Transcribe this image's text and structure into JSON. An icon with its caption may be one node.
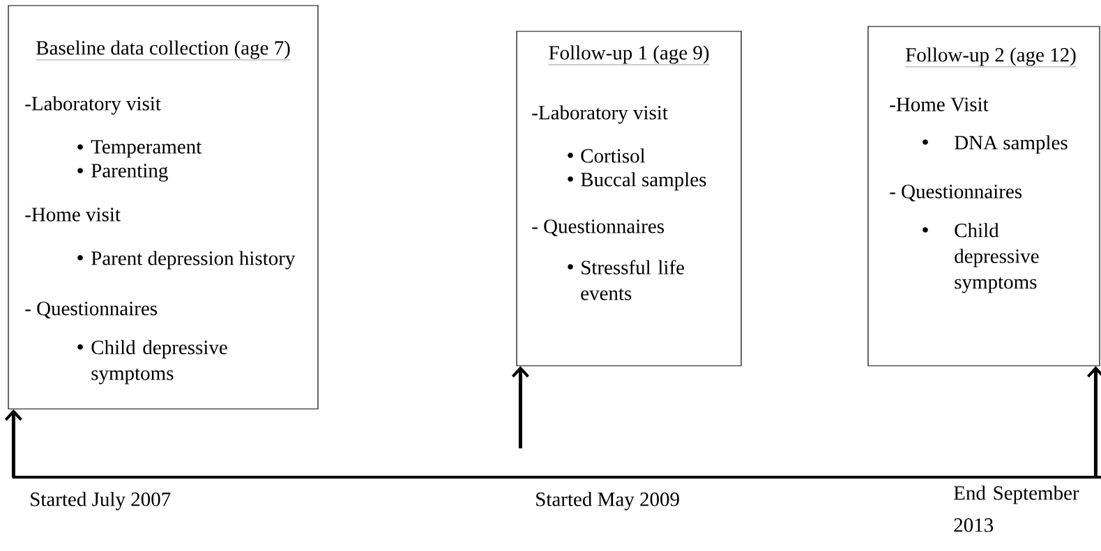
{
  "diagram": {
    "nodes": [
      {
        "text": [
          "Baseline data collection (age 7)",
          "-Laboratory visit",
          "Temperament",
          "Parenting",
          "-Home visit",
          "Parent depression history",
          "- Questionnaires",
          "Child depressive symptoms"
        ]
      },
      {
        "text": [
          "Follow-up 1 (age 9)",
          "-Laboratory visit",
          "Cortisol",
          "Buccal samples",
          "- Questionnaires",
          "Stressful life events"
        ]
      },
      {
        "text": [
          "Follow-up 2 (age 12)",
          "-Home Visit",
          "DNA samples",
          "- Questionnaires",
          "Child depressive symptoms"
        ]
      }
    ],
    "edges": [
      {
        "from": null,
        "to": 0,
        "arrow": "to"
      },
      {
        "from": null,
        "to": 1,
        "arrow": "to"
      },
      {
        "from": null,
        "to": 2,
        "arrow": "to"
      }
    ],
    "labels": [
      "Started July 2007",
      "Started May 2009",
      "End September 2013"
    ]
  }
}
